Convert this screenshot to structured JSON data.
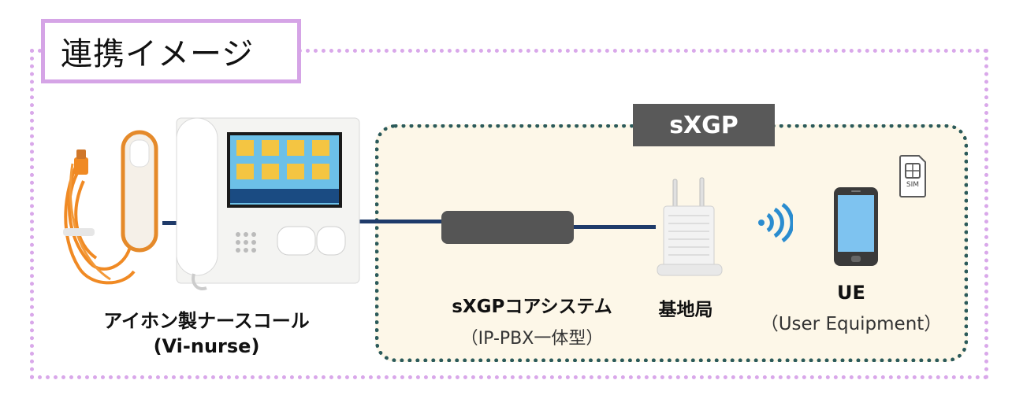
{
  "title": "連携イメージ",
  "badge": "sXGP",
  "nurse_call": {
    "name": "アイホン製ナースコール",
    "model": "(Vi-nurse)"
  },
  "core": {
    "name": "sXGPコアシステム",
    "note": "（IP-PBX一体型）"
  },
  "base_station": {
    "name": "基地局"
  },
  "ue": {
    "name": "UE",
    "note": "（User Equipment）"
  },
  "sim": {
    "label": "SIM"
  },
  "colors": {
    "frame": "#d9a8ea",
    "sxgp_border": "#2b5a5a",
    "sxgp_fill": "#fdf7e8",
    "link": "#1f3b6a",
    "badge": "#595959",
    "phone_screen": "#7ec3f0",
    "wave": "#2a8ccf"
  }
}
